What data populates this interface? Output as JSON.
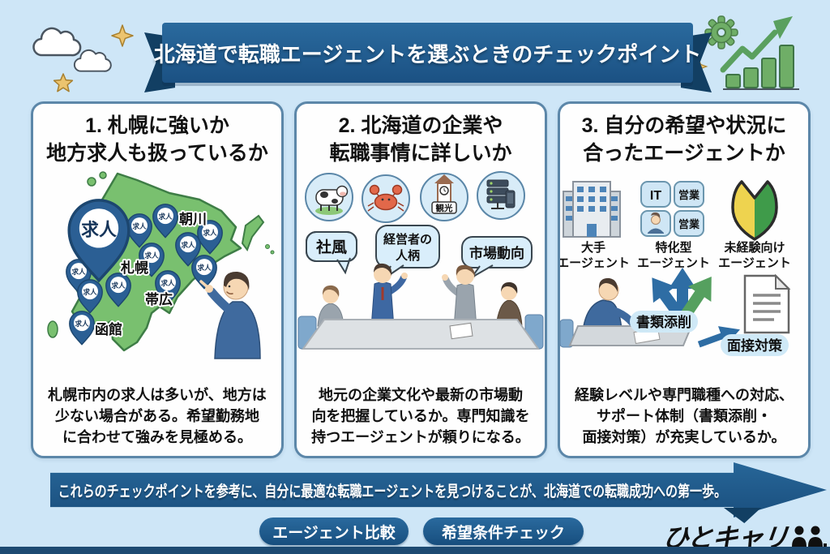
{
  "banner": {
    "title": "北海道で転職エージェントを選ぶときのチェックポイント"
  },
  "cards": [
    {
      "title_lines": [
        "1. 札幌に強いか",
        "地方求人も扱っているか"
      ],
      "map": {
        "big_pin_label": "求人",
        "pin_label": "求人",
        "cities": {
          "asahikawa": "朝川",
          "sapporo": "札幌",
          "obihiro": "帯広",
          "hakodate": "函館"
        }
      },
      "caption_lines": [
        "札幌市内の求人は多いが、地方は",
        "少ない場合がある。希望勤務地",
        "に合わせて強みを見極める。"
      ]
    },
    {
      "title_lines": [
        "2. 北海道の企業や",
        "転職事情に詳しいか"
      ],
      "icons": {
        "tourism_label": "観光"
      },
      "bubbles": {
        "culture": "社風",
        "president_line1": "経営者の",
        "president_line2": "人柄",
        "market": "市場動向"
      },
      "caption_lines": [
        "地元の企業文化や最新の市場動",
        "向を把握しているか。専門知識を",
        "持つエージェントが頼りになる。"
      ]
    },
    {
      "title_lines": [
        "3. 自分の希望や状況に",
        "合ったエージェントか"
      ],
      "agent_types": [
        {
          "label_lines": [
            "大手",
            "エージェント"
          ]
        },
        {
          "label_lines": [
            "特化型",
            "エージェント"
          ],
          "badges": {
            "it": "IT",
            "sales_top": "営業",
            "sales_bottom": "営業"
          }
        },
        {
          "label_lines": [
            "未経験向け",
            "エージェント"
          ]
        }
      ],
      "support": {
        "document": "書類添削",
        "interview": "面接対策"
      },
      "caption_lines": [
        "経験レベルや専門職種への対応、",
        "サポート体制（書類添削・",
        "面接対策）が充実しているか。"
      ]
    }
  ],
  "footer": {
    "arrow_text": "これらのチェックポイントを参考に、自分に最適な転職エージェントを見つけることが、北海道での転職成功への第一歩。",
    "buttons": [
      "エージェント比較",
      "希望条件チェック"
    ],
    "logo_text": "ひとキャリ"
  },
  "colors": {
    "background": "#cee6f7",
    "banner_blue": "#1e5a8a",
    "banner_fold": "#123f63",
    "card_border": "#5c87a9",
    "map_green": "#79c06f",
    "pin_blue": "#2b5f94",
    "accent_light_blue": "#cfe9f7",
    "beginner_yellow": "#eed34f",
    "beginner_green": "#3f9b4a",
    "deco_green": "#6fae67",
    "star_yellow": "#ecc46f"
  }
}
